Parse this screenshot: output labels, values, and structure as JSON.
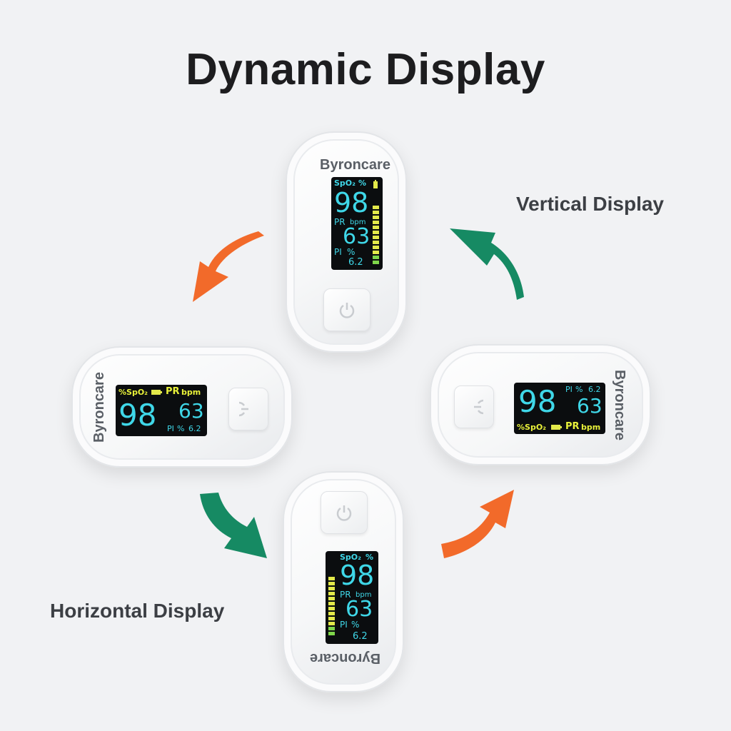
{
  "title": "Dynamic Display",
  "captions": {
    "vertical": "Vertical Display",
    "horizontal": "Horizontal Display"
  },
  "brand": "Byroncare",
  "readings": {
    "spo2_label": "SpO₂",
    "spo2_unit": "%",
    "spo2_value": "98",
    "pr_label": "PR",
    "pr_unit": "bpm",
    "pr_value": "63",
    "pi_label": "PI",
    "pi_unit": "%",
    "pi_value": "6.2",
    "spo2_combined": "%SpO₂"
  },
  "colors": {
    "orange": "#f26a2a",
    "green": "#168a63",
    "cyan": "#3fd7e8",
    "yellow": "#e9f23a"
  },
  "icons": [
    "power-icon",
    "battery-icon",
    "curved-arrow-icon"
  ]
}
